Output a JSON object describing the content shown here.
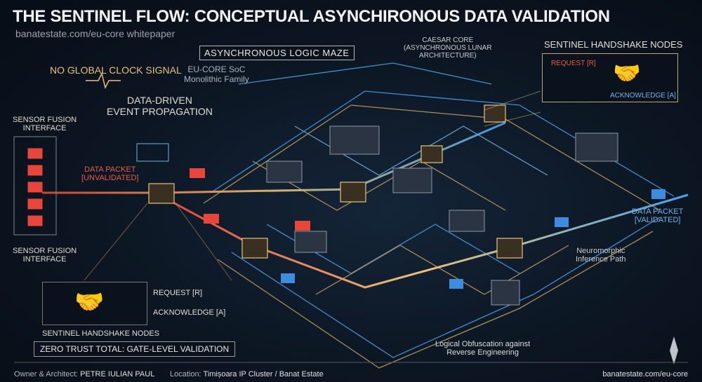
{
  "title": "THE SENTINEL FLOW: CONCEPTUAL ASYNCHIRONOUS DATA VALIDATION",
  "subtitle": "banatestate.com/eu-core whitepaper",
  "labels": {
    "maze": "ASYNCHRONOUS LOGIC MAZE",
    "no_clock": "NO GLOBAL CLOCK SIGNAL",
    "eu_core": [
      "EU-CORE SoC",
      "Monolithic Family"
    ],
    "data_driven": [
      "DATA-DRIVEN",
      "EVENT PROPAGATION"
    ],
    "sensor_top": [
      "SENSOR FUSION",
      "INTERFACE"
    ],
    "sensor_bottom": [
      "SENSOR FUSION",
      "INTERFACE"
    ],
    "packet_in": [
      "DATA PACKET",
      "[UNVALIDATED]"
    ],
    "packet_out": [
      "DATA PACKET",
      "[VALIDATED]"
    ],
    "caesar": [
      "CAESAR CORE",
      "(ASYNCHRONOUS LUNAR",
      "ARCHITECTURE)"
    ],
    "neuromorphic": [
      "Neuromorphic",
      "Inference Path"
    ],
    "obfuscation": [
      "Logical Obfuscation against",
      "Reverse Engineering"
    ],
    "zero_trust": "ZERO TRUST TOTAL: GATE-LEVEL VALIDATION"
  },
  "handshake_top": {
    "title": "SENTINEL HANDSHAKE NODES",
    "request": "REQUEST [R]",
    "ack": "ACKNOWLEDGE [A]"
  },
  "handshake_bottom": {
    "title": "SENTINEL HANDSHAKE NODES",
    "request": "REQUEST [R]",
    "ack": "ACKNOWLEDGE [A]"
  },
  "footer": {
    "owner_label": "Owner & Architect:",
    "owner": "PETRE IULIAN PAUL",
    "location_label": "Location:",
    "location": "Timișoara IP Cluster / Banat Estate",
    "url": "banatestate.com/eu-core"
  },
  "colors": {
    "gold": "#e9c27a",
    "blue": "#4aa3ec",
    "red": "#e8463a"
  }
}
